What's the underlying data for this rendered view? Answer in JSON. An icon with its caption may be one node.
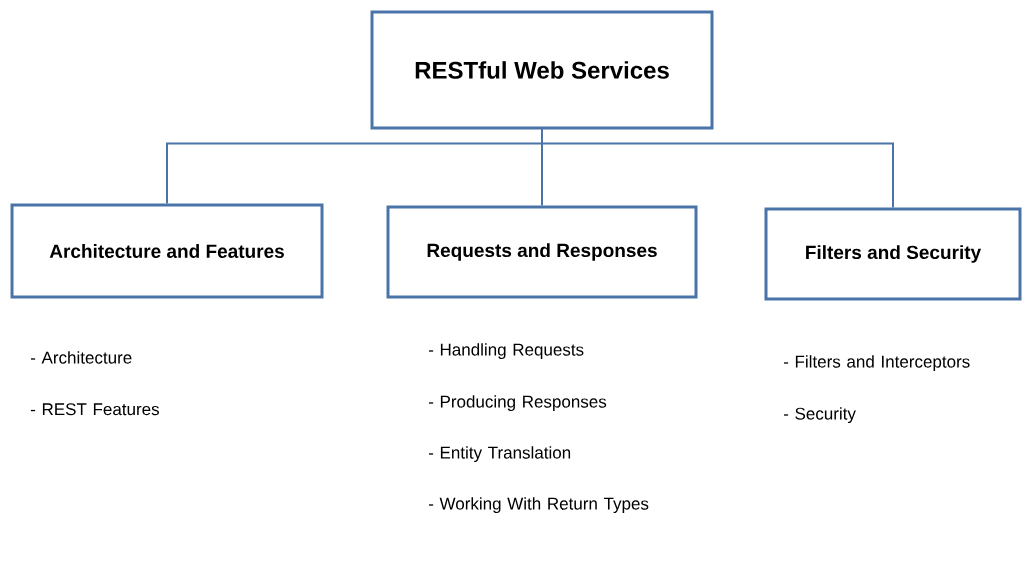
{
  "diagram": {
    "nodes": [
      {
        "text": [
          "RESTful Web Services"
        ]
      },
      {
        "text": [
          "Architecture and Features"
        ],
        "beside": [
          "- Architecture",
          "- REST Features"
        ]
      },
      {
        "text": [
          "Requests and Responses"
        ],
        "beside": [
          "- Handling Requests",
          "- Producing Responses",
          "- Entity Translation",
          "- Working With Return Types"
        ]
      },
      {
        "text": [
          "Filters and Security"
        ],
        "beside": [
          "- Filters and Interceptors",
          "- Security"
        ]
      }
    ],
    "edges": [
      {
        "from": 0,
        "to": 1,
        "arrow": "none"
      },
      {
        "from": 0,
        "to": 2,
        "arrow": "none"
      },
      {
        "from": 0,
        "to": 3,
        "arrow": "none"
      }
    ]
  }
}
